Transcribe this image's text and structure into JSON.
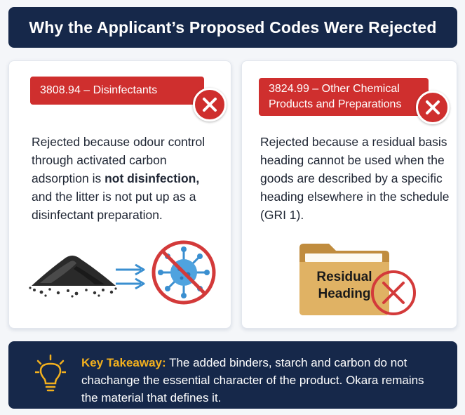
{
  "title": "Why the Applicant’s Proposed Codes Were Rejected",
  "left_card": {
    "code_label": "3808.94 – Disinfectants",
    "text_part1": "Rejected because odour control through activated carbon adsorption is ",
    "text_bold": "not disinfection,",
    "text_part2": " and the litter is not put up as a disinfectant preparation.",
    "icons": [
      "x-circle-icon",
      "carbon-pile-icon",
      "arrows-icon",
      "crossed-virus-icon"
    ]
  },
  "right_card": {
    "code_label": "3824.99 – Other Chemical Products and Preparations",
    "text": "Rejected because a residual basis heading cannot be used when the goods are described by a specific heading elsewhere in the schedule (GRI 1).",
    "folder_label_line1": "Residual",
    "folder_label_line2": "Heading",
    "icons": [
      "x-circle-icon",
      "folder-icon",
      "x-circle-outline-icon"
    ]
  },
  "takeaway": {
    "label": "Key Takeaway:",
    "text": " The added binders, starch and carbon do not chachange the essential character of the product. Okara remains the material that defines it.",
    "icon": "lightbulb-icon"
  },
  "colors": {
    "navy": "#16284a",
    "red": "#cf2f2e",
    "gold": "#f2b01e",
    "folder": "#d9a95a"
  }
}
